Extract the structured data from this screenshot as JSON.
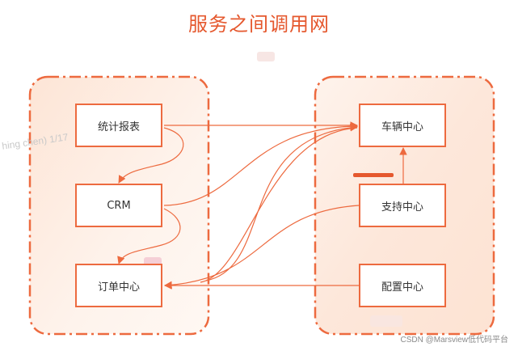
{
  "title": "服务之间调用网",
  "nodes": {
    "report": "统计报表",
    "crm": "CRM",
    "order": "订单中心",
    "vehicle": "车辆中心",
    "support": "支持中心",
    "config": "配置中心"
  },
  "ghost_text": "hing chen) 1/17",
  "watermark": "CSDN @Marsview低代码平台",
  "colors": {
    "accent": "#ed6a3f",
    "title": "#e5582e",
    "group_fill": "#fdeee4"
  },
  "edges": [
    {
      "from": "统计报表",
      "to": "车辆中心"
    },
    {
      "from": "统计报表",
      "to": "CRM"
    },
    {
      "from": "CRM",
      "to": "车辆中心"
    },
    {
      "from": "CRM",
      "to": "订单中心"
    },
    {
      "from": "订单中心",
      "to": "车辆中心"
    },
    {
      "from": "支持中心",
      "to": "车辆中心"
    },
    {
      "from": "支持中心",
      "to": "订单中心"
    },
    {
      "from": "配置中心",
      "to": "订单中心"
    }
  ]
}
